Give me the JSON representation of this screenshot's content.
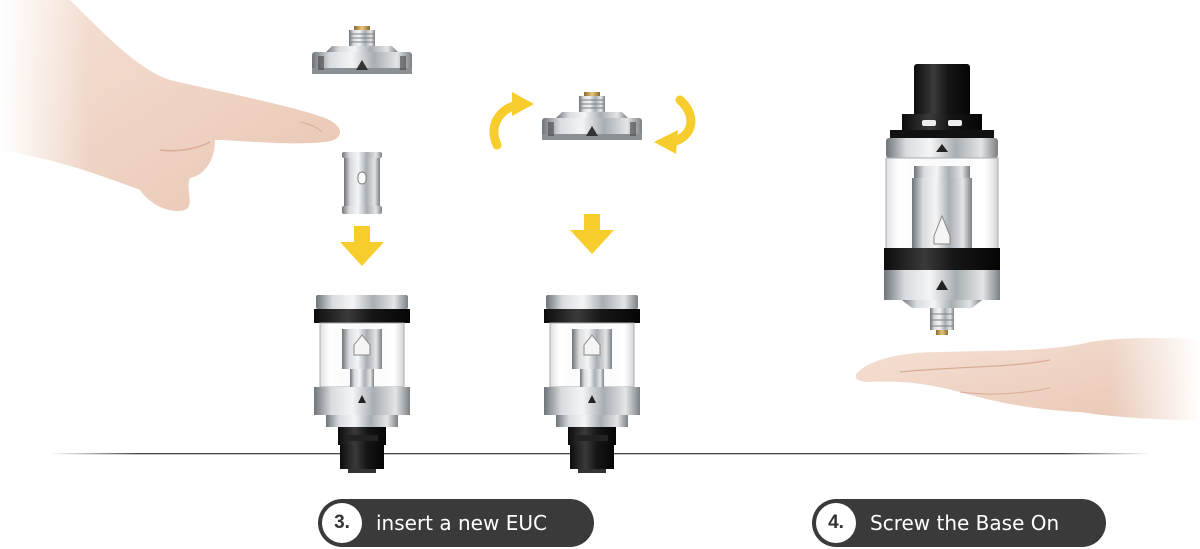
{
  "steps": [
    {
      "number": "3.",
      "text": "insert a new EUC"
    },
    {
      "number": "4.",
      "text": "Screw the Base On"
    }
  ],
  "colors": {
    "arrow_yellow": "#f7cd2d",
    "pill_background": "#3a3a3a",
    "steel": "#b8bcc0",
    "black_part": "#1a1a1a"
  },
  "icons": [
    "pointing-hand",
    "down-arrow-icon",
    "rotate-arrow-icon",
    "open-palm-hand"
  ]
}
